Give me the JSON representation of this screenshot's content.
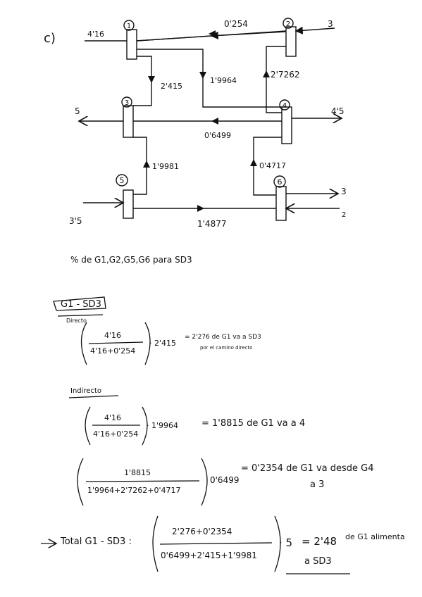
{
  "part_label": "c)",
  "diagram": {
    "nodes": [
      "1",
      "2",
      "3",
      "4",
      "5",
      "6"
    ],
    "flows": {
      "in_1": "4'16",
      "n2_to_n1": "0'254",
      "in_2": "3",
      "n1_to_n3": "2'415",
      "n1_to_n4": "1'9964",
      "n2_to_n4": "2'7262",
      "out_3": "5",
      "out_4": "4'5",
      "n4_to_n3": "0'6499",
      "n5_to_n3": "1'9981",
      "n6_to_n4": "0'4717",
      "out_6": "3",
      "in_5": "3'5",
      "n5_to_n6": "1'4877",
      "in_6": "2"
    }
  },
  "heading": "% de G1,G2,G5,G6 para SD3",
  "section": {
    "title": "G1 - SD3",
    "direct_label": "Directo",
    "direct_num": "4'16",
    "direct_den": "4'16+0'254",
    "direct_mult": "· 2'415",
    "direct_result": "= 2'276 de G1 va a SD3",
    "direct_note": "por el camino directo",
    "indirect_label": "Indirecto",
    "ind1_num": "4'16",
    "ind1_den": "4'16+0'254",
    "ind1_mult": "· 1'9964",
    "ind1_result": "= 1'8815 de G1 va a 4",
    "ind2_num": "1'8815",
    "ind2_den": "1'9964+2'7262+0'4717",
    "ind2_mult": "0'6499",
    "ind2_result": "= 0'2354 de G1 va desde G4",
    "ind2_result2": "a 3",
    "total_label": "Total G1 - SD3 :",
    "total_num": "2'276+0'2354",
    "total_den": "0'6499+2'415+1'9981",
    "total_mult": "· 5",
    "total_result": "= 2'48",
    "total_text": "de G1 alimenta",
    "total_text2": "a SD3"
  }
}
